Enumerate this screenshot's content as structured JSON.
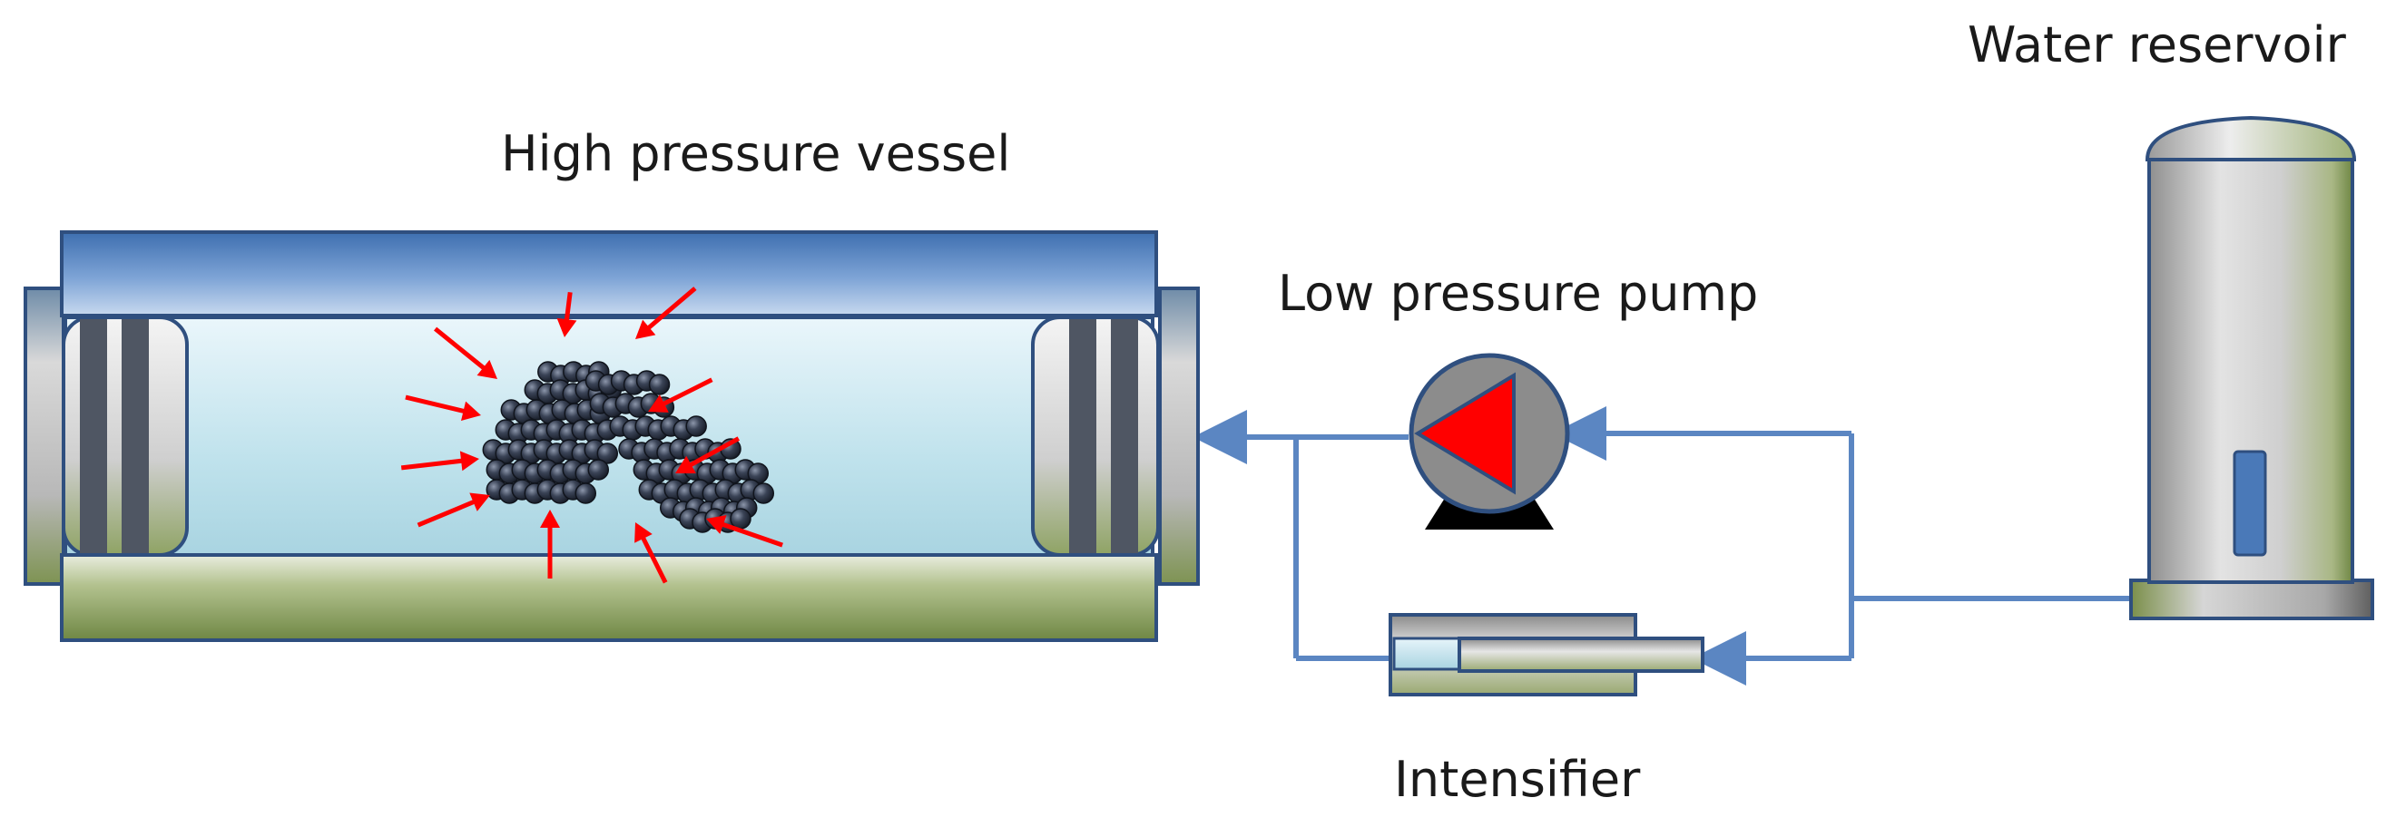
{
  "labels": {
    "vessel": "High pressure vessel",
    "pump": "Low pressure pump",
    "reservoir": "Water reservoir",
    "intensifier": "Intensifier"
  },
  "colors": {
    "pipe": "#5b86c2",
    "outline": "#2f4f7f",
    "vessel_top": "#4a79b8",
    "vessel_bottom": "#7d9450",
    "water": "#aed6e3",
    "pump_arrow": "#ff0000",
    "pressure_arrows": "#ff0000",
    "grapes": "#2e3646"
  },
  "icons": {
    "pump": "low-pressure-pump-icon",
    "grapes": "grape-cluster-icon",
    "reservoir": "water-reservoir-icon",
    "intensifier": "intensifier-icon"
  }
}
